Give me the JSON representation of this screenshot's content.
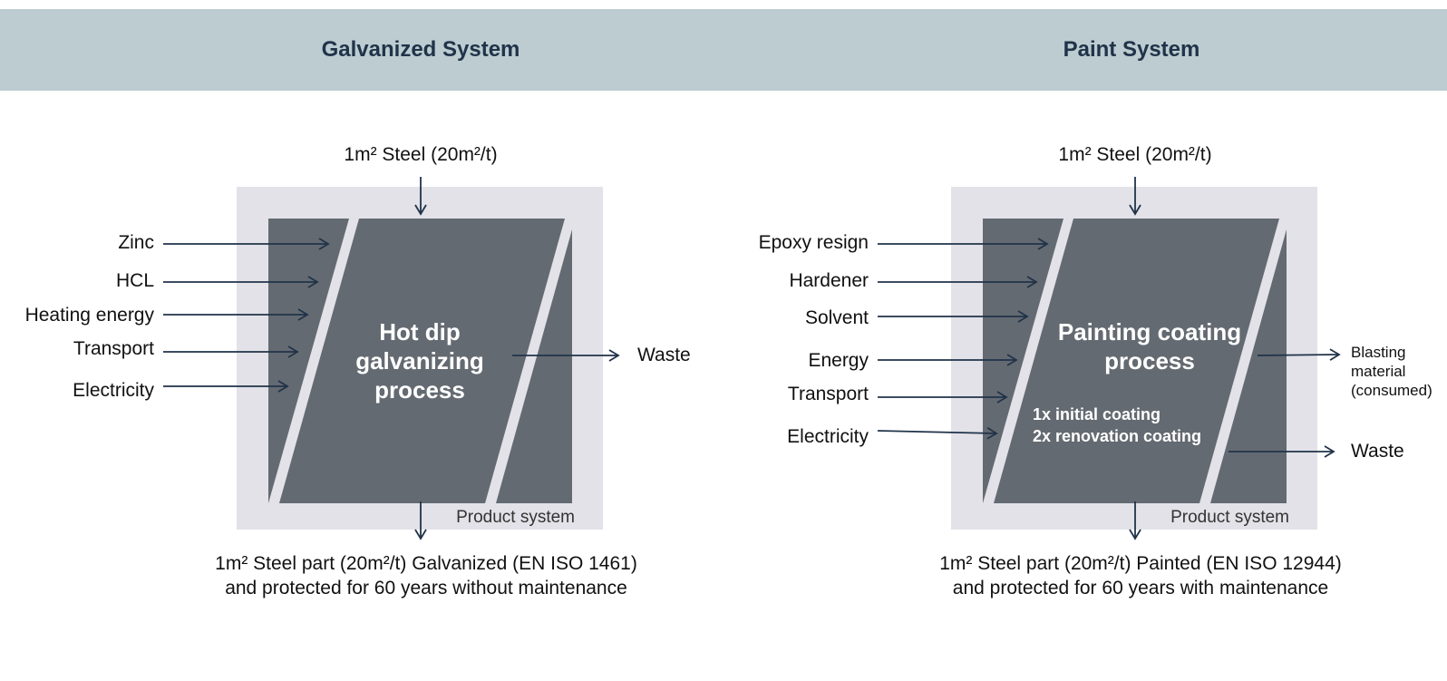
{
  "header": {
    "left_title": "Galvanized System",
    "right_title": "Paint System"
  },
  "galvanized": {
    "top_input": "1m² Steel (20m²/t)",
    "inputs": [
      "Zinc",
      "HCL",
      "Heating energy",
      "Transport",
      "Electricity"
    ],
    "process_lines": [
      "Hot dip",
      "galvanizing",
      "process"
    ],
    "outputs": [
      "Waste"
    ],
    "boundary_label": "Product system",
    "result_lines": [
      "1m² Steel part (20m²/t) Galvanized (EN ISO 1461)",
      "and protected for 60 years without maintenance"
    ]
  },
  "paint": {
    "top_input": "1m² Steel (20m²/t)",
    "inputs": [
      "Epoxy resign",
      "Hardener",
      "Solvent",
      "Energy",
      "Transport",
      "Electricity"
    ],
    "process_lines": [
      "Painting coating",
      "process"
    ],
    "coating_notes": [
      "1x initial coating",
      "2x renovation coating"
    ],
    "outputs": [
      "Blasting",
      "material",
      "(consumed)",
      "Waste"
    ],
    "boundary_label": "Product system",
    "result_lines": [
      "1m² Steel part (20m²/t) Painted (EN ISO 12944)",
      "and protected for 60 years with maintenance"
    ]
  },
  "colors": {
    "banner": "#bcccd0",
    "title": "#213349",
    "boundary": "#e2e2e8",
    "process": "#646a71",
    "arrow": "#213349"
  }
}
